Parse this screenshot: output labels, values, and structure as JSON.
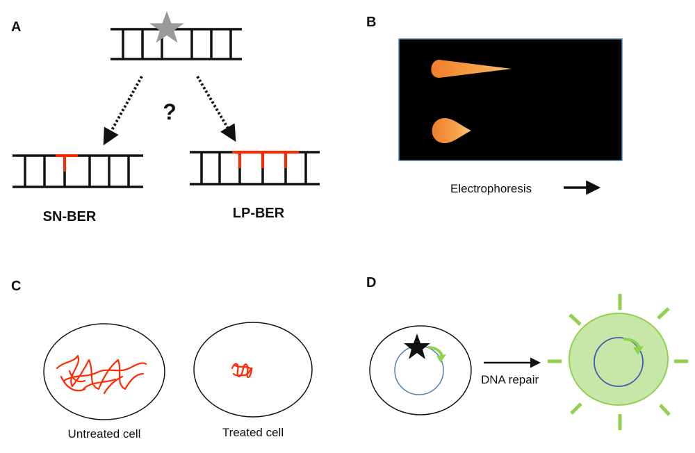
{
  "panels": {
    "a": {
      "letter": "A",
      "question": "?",
      "left_label": "SN-BER",
      "right_label": "LP-BER"
    },
    "b": {
      "letter": "B",
      "axis_label": "Electrophoresis"
    },
    "c": {
      "letter": "C",
      "untreated_label": "Untreated cell",
      "treated_label": "Treated cell"
    },
    "d": {
      "letter": "D",
      "arrow_label": "DNA repair"
    }
  },
  "colors": {
    "dna": "#111111",
    "repair": "#ff2a00",
    "lesion": "#9a9a9a",
    "comet": "#f28a2e",
    "gel": "#000000",
    "gel_border": "#4f8fc0",
    "fluorescence": "#92d050",
    "plasmid": "#4a7fb5"
  }
}
